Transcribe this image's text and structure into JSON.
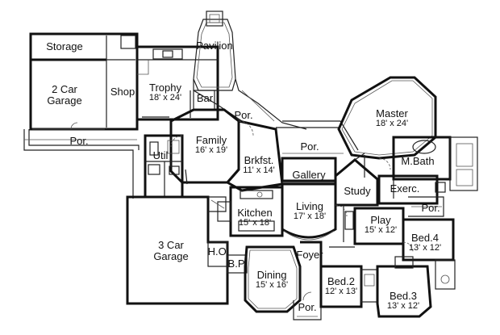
{
  "rooms": {
    "storage": {
      "name": "Storage"
    },
    "garage2": {
      "name": "2 Car",
      "name2": "Garage"
    },
    "shop": {
      "name": "Shop"
    },
    "trophy": {
      "name": "Trophy",
      "dim": "18' x 24'"
    },
    "bar": {
      "name": "Bar"
    },
    "pavilion": {
      "name": "Pavilion"
    },
    "porch_left": {
      "name": "Por."
    },
    "porch_center": {
      "name": "Por."
    },
    "porch_upper": {
      "name": "Por."
    },
    "porch_right": {
      "name": "Por."
    },
    "porch_front": {
      "name": "Por."
    },
    "util": {
      "name": "Util"
    },
    "family": {
      "name": "Family",
      "dim": "16' x 19'"
    },
    "brkfst": {
      "name": "Brkfst.",
      "dim": "11' x 14'"
    },
    "gallery": {
      "name": "Gallery"
    },
    "master": {
      "name": "Master",
      "dim": "18' x 24'"
    },
    "mbath": {
      "name": "M.Bath"
    },
    "exerc": {
      "name": "Exerc."
    },
    "study": {
      "name": "Study"
    },
    "kitchen": {
      "name": "Kitchen",
      "dim": "15' x 18'"
    },
    "living": {
      "name": "Living",
      "dim": "17' x 18'"
    },
    "play": {
      "name": "Play",
      "dim": "15' x 12'"
    },
    "bed4": {
      "name": "Bed.4",
      "dim": "13' x 12'"
    },
    "garage3": {
      "name": "3 Car",
      "name2": "Garage"
    },
    "ho": {
      "name": "H.O."
    },
    "bp": {
      "name": "B.P."
    },
    "foyer": {
      "name": "Foyer"
    },
    "dining": {
      "name": "Dining",
      "dim": "15' x 16'"
    },
    "bed2": {
      "name": "Bed.2",
      "dim": "12' x 13'"
    },
    "bed3": {
      "name": "Bed.3",
      "dim": "13' x 12'"
    }
  }
}
